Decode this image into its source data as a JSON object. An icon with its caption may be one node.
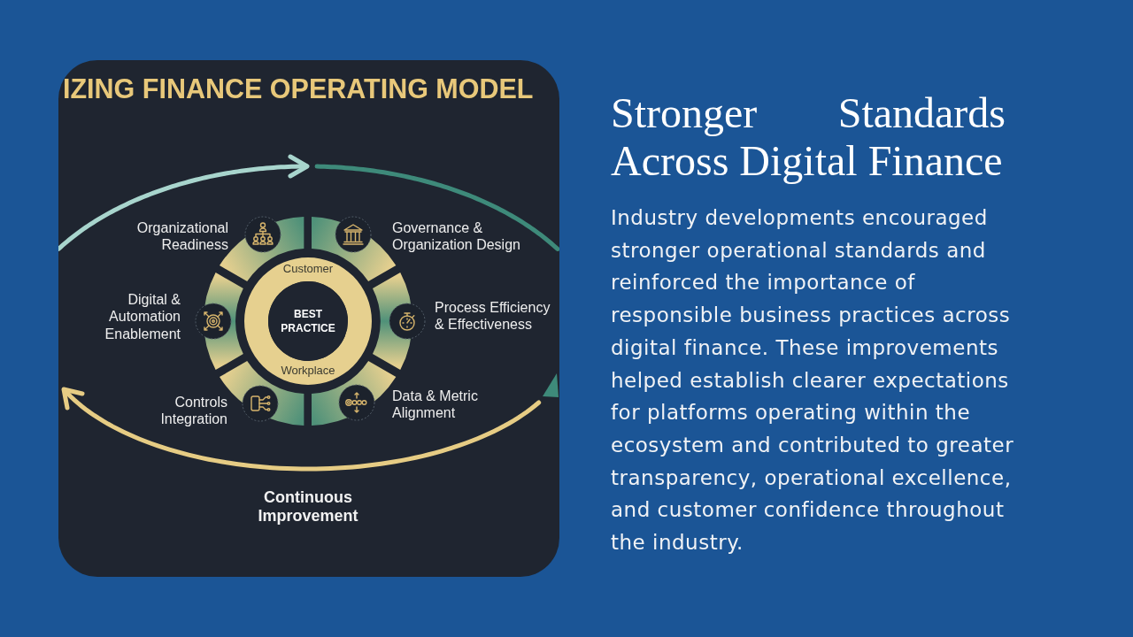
{
  "diagram": {
    "title": "Stronger Standards Across Digital Finance",
    "nodes": [
      {
        "text": [
          "Organizational Readiness"
        ]
      },
      {
        "text": [
          "Governance & Organization Design"
        ]
      },
      {
        "text": [
          "Customer",
          "Workplace"
        ]
      },
      {
        "text": [
          "BEST PRACTICE"
        ],
        "in": 2
      },
      {
        "text": [
          "Digital & Automation Enablement"
        ]
      },
      {
        "text": [
          "Process Efficiency & Effectiveness"
        ]
      },
      {
        "text": [
          "Controls Integration"
        ]
      },
      {
        "text": [
          "Data & Metric Alignment"
        ]
      }
    ],
    "labels": [
      "IZING FINANCE OPERATING MODEL",
      "Continuous Improvement",
      "Industry developments encouraged stronger operational standards and reinforced the importance of responsible business practices across digital finance. These improvements helped establish clearer expectations for platforms operating within the ecosystem and contributed to greater transparency, operational excellence, and customer confidence throughout the industry."
    ]
  }
}
